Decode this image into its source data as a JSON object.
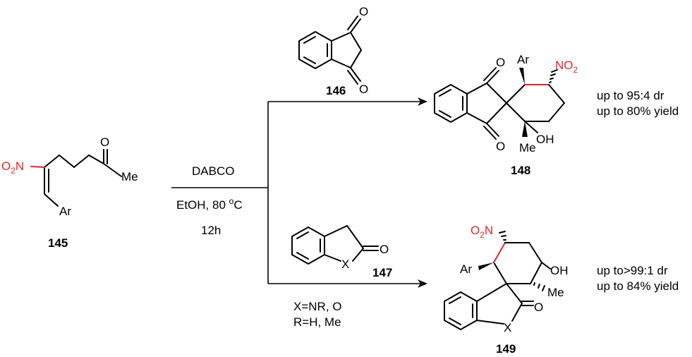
{
  "colors": {
    "ink": "#000000",
    "nitro": "#e8232a",
    "background": "#ffffff"
  },
  "conditions": {
    "reagent": "DABCO",
    "solvent_temp": "EtOH, 80 ",
    "temp_unit": "C",
    "deg": "o",
    "time": "12h"
  },
  "substrate": {
    "id": "145",
    "nitro": "O",
    "nitro_sub": "2",
    "nitro_n": "N",
    "carbonyl_o": "O",
    "methyl": "Me",
    "aryl": "Ar"
  },
  "reagent_top": {
    "id": "146",
    "o1": "O",
    "o2": "O"
  },
  "reagent_bottom": {
    "id": "147",
    "o": "O",
    "x": "X",
    "legend_line1": "X=NR, O",
    "legend_line2": "R=H, Me"
  },
  "product_top": {
    "id": "148",
    "ar": "Ar",
    "no2": "NO",
    "no2_sub": "2",
    "o1": "O",
    "o2": "O",
    "me": "Me",
    "oh": "OH",
    "dr": "up to 95:4 dr",
    "yield": "up to 80% yield"
  },
  "product_bottom": {
    "id": "149",
    "ar": "Ar",
    "o2n_o": "O",
    "o2n_sub": "2",
    "o2n_n": "N",
    "o": "O",
    "x": "X",
    "me": "Me",
    "oh": "OH",
    "dr": "up to>99:1 dr",
    "yield": "up to 84% yield"
  }
}
